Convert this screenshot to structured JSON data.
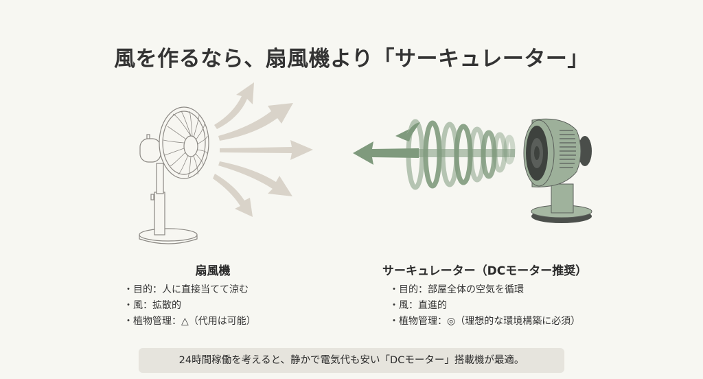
{
  "title": "風を作るなら、扇風機より「サーキュレーター」",
  "illustrations": {
    "left": {
      "label": "electric-fan",
      "arrow_color": "#d8d2c8",
      "line_color": "#8a8680"
    },
    "right": {
      "label": "circulator",
      "body_color": "#9db09a",
      "dark_color": "#4a4e4a",
      "spiral_color": "#7f9a7d"
    }
  },
  "left_column": {
    "heading": "扇風機",
    "bullets": [
      {
        "dot": "・",
        "text": "目的：人に直接当てて涼む"
      },
      {
        "dot": "・",
        "text": "風：拡散的"
      },
      {
        "dot": "・",
        "text": "植物管理：△（代用は可能）"
      }
    ]
  },
  "right_column": {
    "heading": "サーキュレーター（DCモーター推奨）",
    "bullets": [
      {
        "dot": "・",
        "text": "目的：部屋全体の空気を循環"
      },
      {
        "dot": "・",
        "text": "風：直進的"
      },
      {
        "dot": "・",
        "text": "植物管理：◎（理想的な環境構築に必須）"
      }
    ]
  },
  "note": "24時間稼働を考えると、静かで電気代も安い「DCモーター」搭載機が最適。"
}
